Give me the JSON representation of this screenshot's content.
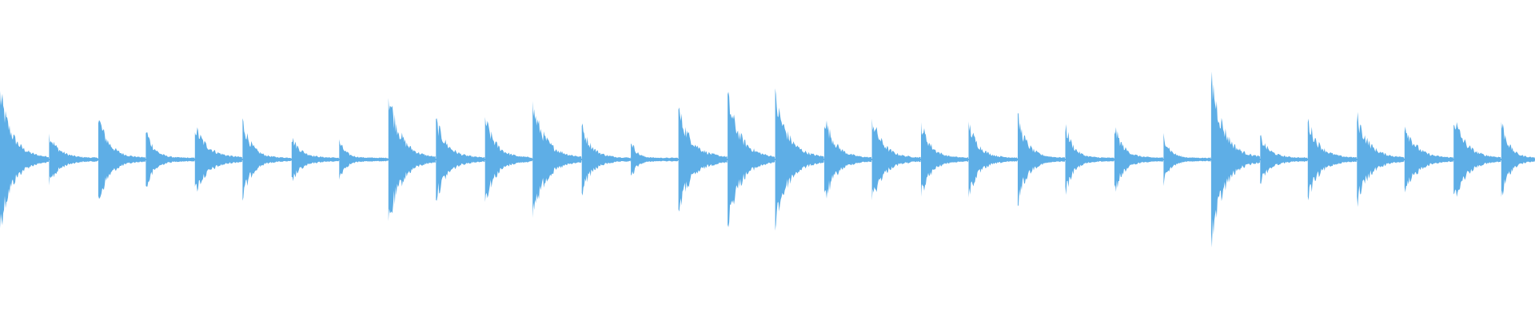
{
  "waveform": {
    "color": "#5eaee6",
    "background": "#ffffff",
    "baseline_amplitude": 0.02,
    "onset_times": [
      0,
      0.032,
      0.064,
      0.095,
      0.127,
      0.158,
      0.19,
      0.221,
      0.253,
      0.284,
      0.316,
      0.347,
      0.379,
      0.411,
      0.442,
      0.474,
      0.505,
      0.537,
      0.568,
      0.6,
      0.631,
      0.663,
      0.694,
      0.726,
      0.758,
      0.789,
      0.821,
      0.852,
      0.884,
      0.915,
      0.947,
      0.978
    ],
    "hit_amplitudes": [
      0.14,
      0.78,
      0.28,
      0.5,
      0.35,
      0.38,
      0.45,
      0.25,
      0.2,
      0.8,
      0.45,
      0.48,
      0.62,
      0.38,
      0.22,
      0.58,
      0.72,
      0.72,
      0.5,
      0.48,
      0.42,
      0.42,
      0.48,
      0.4,
      0.38,
      0.28,
      1.0,
      0.25,
      0.45,
      0.5,
      0.42,
      0.5,
      0.45
    ],
    "hit_decay": [
      0.2,
      0.55,
      0.45,
      0.5,
      0.35,
      0.6,
      0.4,
      0.45,
      0.3,
      0.55,
      0.5,
      0.5,
      0.6,
      0.45,
      0.25,
      0.6,
      0.6,
      0.6,
      0.5,
      0.5,
      0.45,
      0.45,
      0.45,
      0.35,
      0.4,
      0.3,
      0.55,
      0.45,
      0.5,
      0.55,
      0.5,
      0.55,
      0.5
    ]
  }
}
